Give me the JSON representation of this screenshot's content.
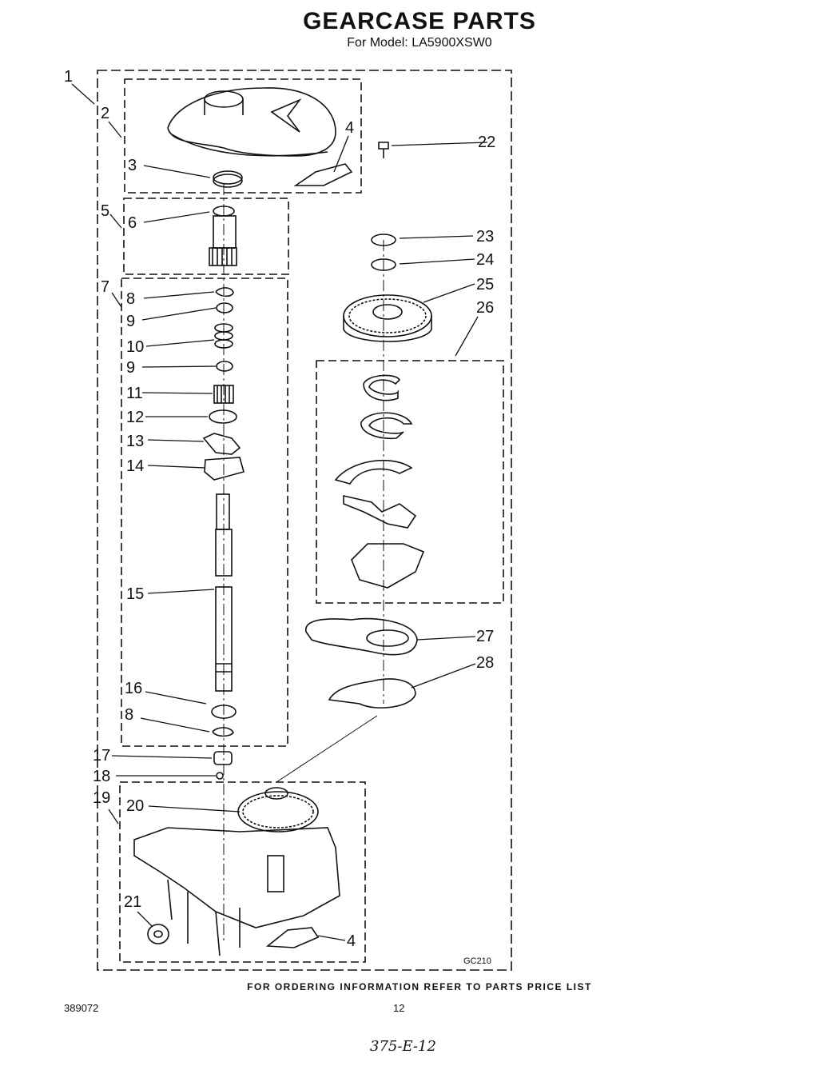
{
  "header": {
    "title": "GEARCASE PARTS",
    "subtitle": "For Model: LA5900XSW0"
  },
  "diagram_code": "GC210",
  "callouts": [
    "1",
    "2",
    "3",
    "4",
    "5",
    "6",
    "7",
    "8",
    "9",
    "10",
    "9",
    "11",
    "12",
    "13",
    "14",
    "15",
    "16",
    "8",
    "17",
    "18",
    "19",
    "20",
    "21",
    "4",
    "22",
    "23",
    "24",
    "25",
    "26",
    "27",
    "28"
  ],
  "footer": {
    "ordering_note": "FOR ORDERING INFORMATION REFER TO PARTS PRICE LIST",
    "doc_number": "389072",
    "page_number": "12",
    "handwritten_note": "375-E-12"
  }
}
